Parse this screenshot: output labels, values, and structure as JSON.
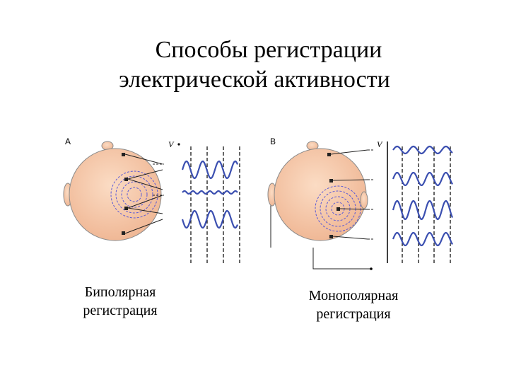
{
  "title": {
    "line1": "Способы регистрации",
    "line2": "электрической активности"
  },
  "panels": [
    {
      "letter": "A",
      "axis_label": "V",
      "caption_line1": "Биполярная",
      "caption_line2": "регистрация"
    },
    {
      "letter": "B",
      "axis_label": "V",
      "caption_line1": "Монополярная",
      "caption_line2": "регистрация"
    }
  ],
  "colors": {
    "head": "#f6c9a8",
    "head_stroke": "#8a8a8a",
    "wave": "#3b4fb0",
    "field": "#5a5ad6"
  }
}
